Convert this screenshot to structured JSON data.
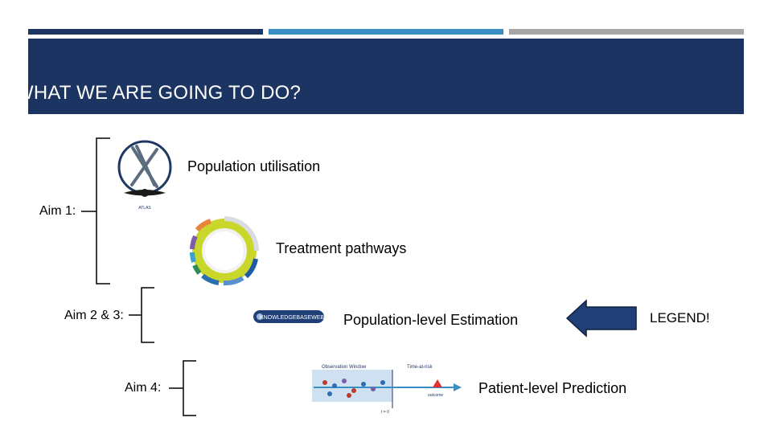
{
  "colors": {
    "navy": "#1c3461",
    "blue": "#3a8ec3",
    "gray": "#a6a6a6"
  },
  "header": {
    "title": "WHAT WE ARE GOING TO DO?"
  },
  "aims": {
    "aim1": "Aim 1:",
    "aim23": "Aim 2 & 3:",
    "aim4": "Aim 4:"
  },
  "items": {
    "population_utilisation": "Population utilisation",
    "treatment_pathways": "Treatment pathways",
    "population_estimation": "Population-level Estimation",
    "patient_prediction": "Patient-level Prediction"
  },
  "legend": "LEGEND!",
  "logos": {
    "atlas": "ATLAS",
    "knowledgebase": "KNOWLEDGEBASEWEB"
  },
  "prediction_figure": {
    "observation_window": "Observation Window",
    "time_at_risk": "Time-at-risk",
    "outcome": "outcome",
    "t0": "t = 0"
  }
}
